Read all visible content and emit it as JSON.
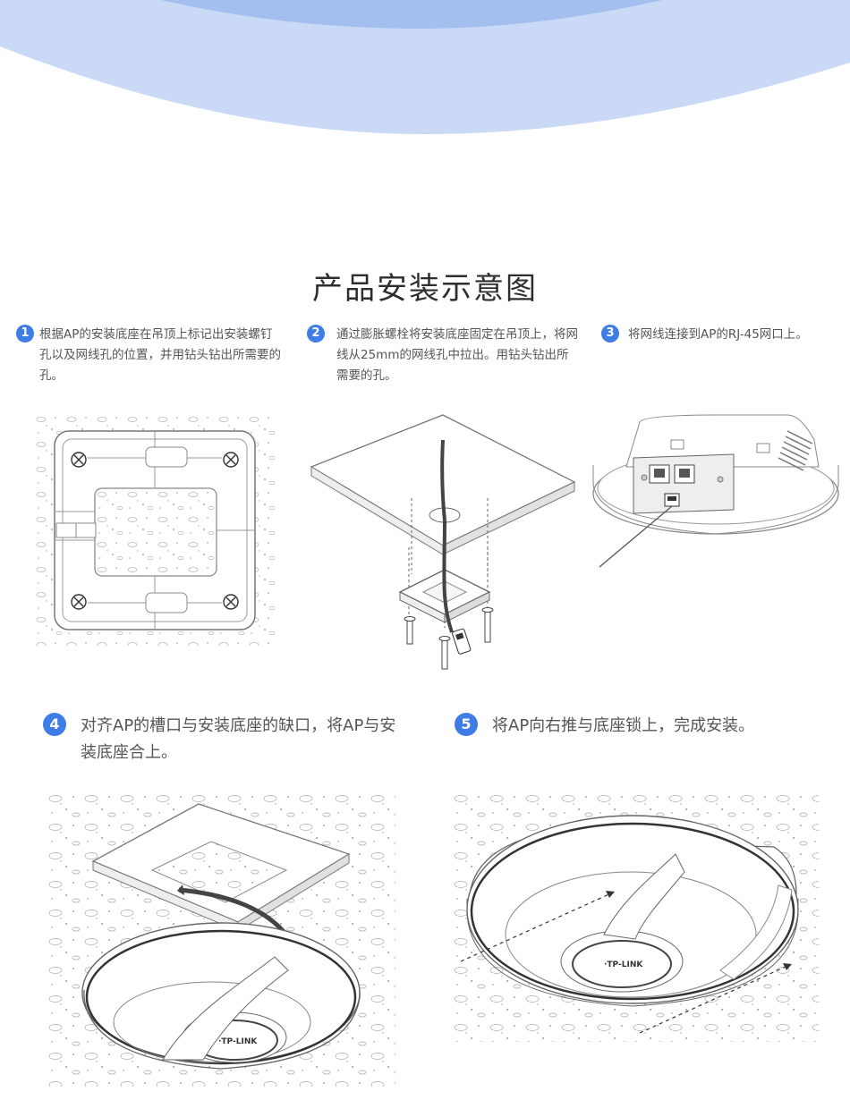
{
  "page": {
    "title": "产品安装示意图"
  },
  "steps": [
    {
      "num": "1",
      "text": "根据AP的安装底座在吊顶上标记出安装螺钉孔以及网线孔的位置，并用钻头钻出所需要的孔。"
    },
    {
      "num": "2",
      "text": "通过膨胀螺栓将安装底座固定在吊顶上，将网线从25mm的网线孔中拉出。用钻头钻出所需要的孔。"
    },
    {
      "num": "3",
      "text": "将网线连接到AP的RJ-45网口上。"
    },
    {
      "num": "4",
      "text": "对齐AP的槽口与安装底座的缺口，将AP与安装底座合上。"
    },
    {
      "num": "5",
      "text": "将AP向右推与底座锁上，完成安装。"
    }
  ],
  "colors": {
    "accent": "#3f7de6",
    "arc_outer": "#c9d9f6",
    "arc_inner": "#a3bff0"
  }
}
